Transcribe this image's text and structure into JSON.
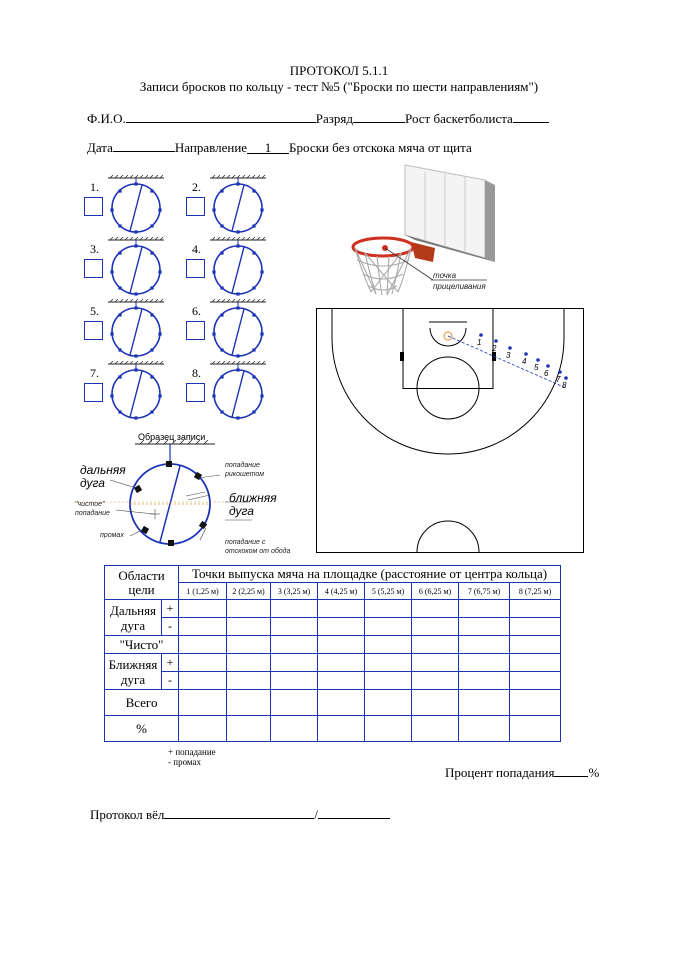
{
  "header": {
    "title": "ПРОТОКОЛ 5.1.1",
    "subtitle": "Записи бросков по кольцу - тест №5 (\"Броски по шести направлениям\")"
  },
  "fields": {
    "fio_label": "Ф.И.О.",
    "rank_label": "Разряд",
    "height_label": "Рост баскетболиста",
    "date_label": "Дата",
    "direction_label": "Направление",
    "direction_value": "1",
    "throws_label": "Броски без отскока мяча от щита"
  },
  "rings": {
    "labels": [
      "1.",
      "2.",
      "3.",
      "4.",
      "5.",
      "6.",
      "7.",
      "8."
    ]
  },
  "sample": {
    "title": "Образец записи",
    "far_arc_1": "дальняя",
    "far_arc_2": "дуга",
    "near_arc_1": "ближняя",
    "near_arc_2": "дуга",
    "clean_1": "\"чистое\"",
    "clean_2": "попадание",
    "miss": "промах",
    "ricochet_1": "попадание",
    "ricochet_2": "рикошетом",
    "rim_bounce_1": "попадание с",
    "rim_bounce_2": "отскоком от обода"
  },
  "hoop": {
    "aim_1": "точка",
    "aim_2": "прицеливания"
  },
  "court": {
    "points": [
      "1",
      "2",
      "3",
      "4",
      "5",
      "6",
      "7",
      "8"
    ]
  },
  "table": {
    "areas_header": "Области цели",
    "points_header": "Точки выпуска мяча на площадке (расстояние от центра кольца)",
    "columns": [
      "1 (1,25 м)",
      "2 (2,25 м)",
      "3 (3,25 м)",
      "4 (4,25 м)",
      "5 (5,25 м)",
      "6 (6,25 м)",
      "7 (6,75 м)",
      "8 (7,25 м)"
    ],
    "far_arc": "Дальняя дуга",
    "clean": "\"Чисто\"",
    "near_arc": "Ближняя дуга",
    "plus": "+",
    "minus": "-",
    "total": "Всего",
    "percent": "%"
  },
  "legend": {
    "hit": "+ попадание",
    "miss": "- промах"
  },
  "footer": {
    "hit_percent_label": "Процент попадания",
    "percent_sign": "%",
    "conducted_by": "Протокол вёл",
    "slash": "/"
  }
}
